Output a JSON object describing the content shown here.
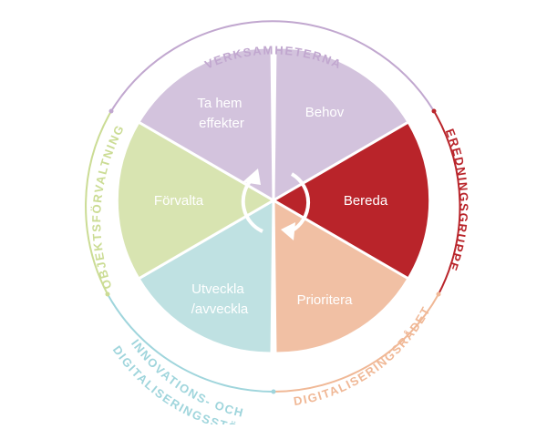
{
  "segments": [
    {
      "key": "behov",
      "lines": [
        "Behov"
      ],
      "color": "#d3c3dd"
    },
    {
      "key": "bereda",
      "lines": [
        "Bereda"
      ],
      "color": "#b9242a"
    },
    {
      "key": "prioritera",
      "lines": [
        "Prioritera"
      ],
      "color": "#f1c0a4"
    },
    {
      "key": "utveckla",
      "lines": [
        "Utveckla",
        "/avveckla"
      ],
      "color": "#bfe1e2"
    },
    {
      "key": "forvalta",
      "lines": [
        "Förvalta"
      ],
      "color": "#d8e4b1"
    },
    {
      "key": "tahem",
      "lines": [
        "Ta hem",
        "effekter"
      ],
      "color": "#d3c3dd"
    }
  ],
  "ring": [
    {
      "key": "verksamheterna",
      "lines": [
        "VERKSAMHETERNA"
      ],
      "color": "#c1a7cf"
    },
    {
      "key": "beredningsgruppen",
      "lines": [
        "BEREDNINGSGRUPPEN"
      ],
      "color": "#b9242a"
    },
    {
      "key": "digitaliseringsradet",
      "lines": [
        "DIGITALISERINGSRÅDET"
      ],
      "color": "#f0b896"
    },
    {
      "key": "innovationsstod",
      "lines": [
        "INNOVATIONS- OCH",
        "DIGITALISERINGSSTÖD"
      ],
      "color": "#9fd5dc"
    },
    {
      "key": "objektsforvaltning",
      "lines": [
        "OBJEKTSFÖRVALTNING"
      ],
      "color": "#cbdc94"
    }
  ],
  "center_arrow_color": "#ffffff"
}
